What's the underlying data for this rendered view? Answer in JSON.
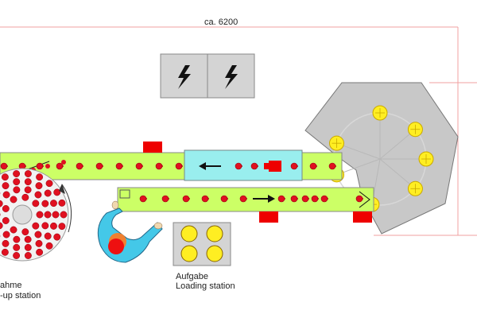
{
  "dimension": {
    "text": "ca. 6200"
  },
  "loading_station": {
    "label_de": "Aufgabe",
    "label_en": "Loading station"
  },
  "takeup_station": {
    "label_de": "ahme",
    "label_en": "-up station"
  },
  "colors": {
    "conveyor": "#ccff66",
    "buffer_zone": "#99eeee",
    "item": "#e01020",
    "rotary_table": "#c8c8c8",
    "rotary_disc": "#ffee22",
    "stopper": "#ee0000",
    "power_box": "#d4d4d4",
    "operator_body": "#44c8e8",
    "operator_head": "#ee1010",
    "dimension_line": "#f0a0a0"
  },
  "icons": [
    "lightning-icon",
    "lightning-icon",
    "arrow-left-icon",
    "arrow-right-icon",
    "chevron-right-icon",
    "rotation-arrow-icon"
  ]
}
